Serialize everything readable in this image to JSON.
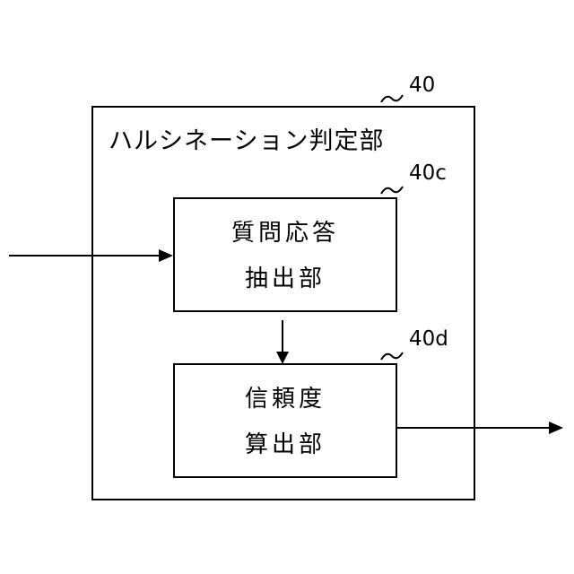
{
  "diagram": {
    "outer_block": {
      "title": "ハルシネーション判定部",
      "ref": "40"
    },
    "extraction_block": {
      "line1": "質問応答",
      "line2": "抽出部",
      "ref": "40c"
    },
    "reliability_block": {
      "line1": "信頼度",
      "line2": "算出部",
      "ref": "40d"
    },
    "colors": {
      "stroke": "#000000",
      "background": "#ffffff"
    }
  }
}
